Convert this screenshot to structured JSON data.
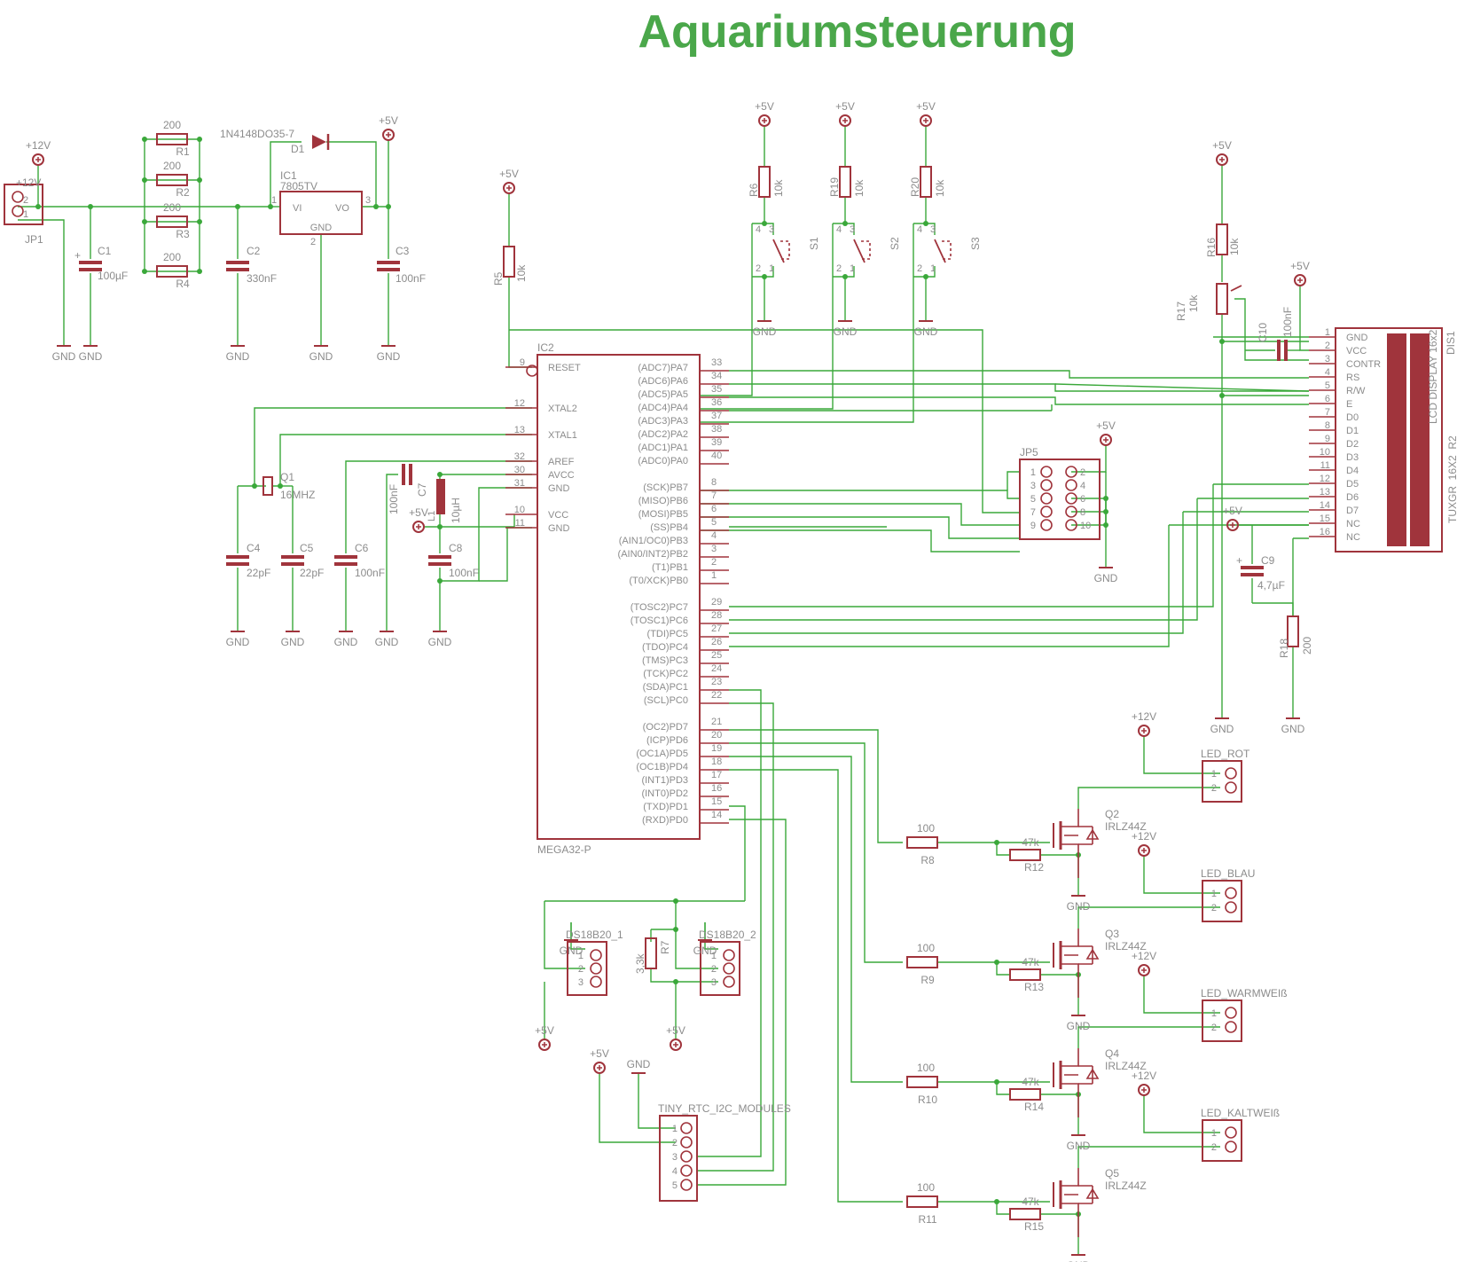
{
  "title": "Aquariumsteuerung",
  "colors": {
    "wire": "#3aa83a",
    "part": "#a0343c",
    "label": "#8c8c8c",
    "title": "#4aa74a"
  },
  "power": {
    "p12": "+12V",
    "p5": "+5V",
    "gnd": "GND"
  },
  "jp1": {
    "name": "JP1",
    "pin_label": "+12V"
  },
  "resistors_in": [
    {
      "name": "R1",
      "value": "200"
    },
    {
      "name": "R2",
      "value": "200"
    },
    {
      "name": "R3",
      "value": "200"
    },
    {
      "name": "R4",
      "value": "200"
    }
  ],
  "c1": {
    "name": "C1",
    "value": "100µF"
  },
  "c2": {
    "name": "C2",
    "value": "330nF"
  },
  "c3": {
    "name": "C3",
    "value": "100nF"
  },
  "d1": {
    "name": "D1",
    "value": "1N4148DO35-7"
  },
  "ic1": {
    "name": "IC1",
    "value": "7805TV",
    "vi": "VI",
    "vo": "VO",
    "gnd": "GND"
  },
  "switch_pullups": [
    {
      "name": "R6",
      "value": "10k",
      "switch": "S1"
    },
    {
      "name": "R19",
      "value": "10k",
      "switch": "S2"
    },
    {
      "name": "R20",
      "value": "10k",
      "switch": "S3"
    }
  ],
  "r5": {
    "name": "R5",
    "value": "10k"
  },
  "xtal": {
    "name": "Q1",
    "value": "16MHZ"
  },
  "caps_mid": [
    {
      "name": "C4",
      "value": "22pF"
    },
    {
      "name": "C5",
      "value": "22pF"
    },
    {
      "name": "C6",
      "value": "100nF"
    },
    {
      "name": "C8",
      "value": "100nF"
    }
  ],
  "c7": {
    "name": "C7",
    "value": "100nF"
  },
  "l1": {
    "name": "L1",
    "value": "10µH"
  },
  "ic2": {
    "name": "IC2",
    "value": "MEGA32-P",
    "left_pins": [
      {
        "num": "9",
        "label": "RESET"
      },
      {
        "num": "12",
        "label": "XTAL2"
      },
      {
        "num": "13",
        "label": "XTAL1"
      },
      {
        "num": "32",
        "label": "AREF"
      },
      {
        "num": "30",
        "label": "AVCC"
      },
      {
        "num": "31",
        "label": "GND"
      },
      {
        "num": "10",
        "label": "VCC"
      },
      {
        "num": "11",
        "label": "GND"
      }
    ],
    "right_pins": [
      {
        "num": "33",
        "label": "(ADC7)PA7"
      },
      {
        "num": "34",
        "label": "(ADC6)PA6"
      },
      {
        "num": "35",
        "label": "(ADC5)PA5"
      },
      {
        "num": "36",
        "label": "(ADC4)PA4"
      },
      {
        "num": "37",
        "label": "(ADC3)PA3"
      },
      {
        "num": "38",
        "label": "(ADC2)PA2"
      },
      {
        "num": "39",
        "label": "(ADC1)PA1"
      },
      {
        "num": "40",
        "label": "(ADC0)PA0"
      },
      {
        "num": "8",
        "label": "(SCK)PB7"
      },
      {
        "num": "7",
        "label": "(MISO)PB6"
      },
      {
        "num": "6",
        "label": "(MOSI)PB5"
      },
      {
        "num": "5",
        "label": "(SS)PB4"
      },
      {
        "num": "4",
        "label": "(AIN1/OC0)PB3"
      },
      {
        "num": "3",
        "label": "(AIN0/INT2)PB2"
      },
      {
        "num": "2",
        "label": "(T1)PB1"
      },
      {
        "num": "1",
        "label": "(T0/XCK)PB0"
      },
      {
        "num": "29",
        "label": "(TOSC2)PC7"
      },
      {
        "num": "28",
        "label": "(TOSC1)PC6"
      },
      {
        "num": "27",
        "label": "(TDI)PC5"
      },
      {
        "num": "26",
        "label": "(TDO)PC4"
      },
      {
        "num": "25",
        "label": "(TMS)PC3"
      },
      {
        "num": "24",
        "label": "(TCK)PC2"
      },
      {
        "num": "23",
        "label": "(SDA)PC1"
      },
      {
        "num": "22",
        "label": "(SCL)PC0"
      },
      {
        "num": "21",
        "label": "(OC2)PD7"
      },
      {
        "num": "20",
        "label": "(ICP)PD6"
      },
      {
        "num": "19",
        "label": "(OC1A)PD5"
      },
      {
        "num": "18",
        "label": "(OC1B)PD4"
      },
      {
        "num": "17",
        "label": "(INT1)PD3"
      },
      {
        "num": "16",
        "label": "(INT0)PD2"
      },
      {
        "num": "15",
        "label": "(TXD)PD1"
      },
      {
        "num": "14",
        "label": "(RXD)PD0"
      }
    ]
  },
  "jp5": {
    "name": "JP5",
    "pins": [
      "1",
      "2",
      "3",
      "4",
      "5",
      "6",
      "7",
      "8",
      "9",
      "10"
    ]
  },
  "lcd": {
    "name": "DIS1",
    "value": "TUXGR_16X2_R2",
    "caption": "LCD DISPLAY 16x2",
    "pins": [
      {
        "num": "1",
        "label": "GND"
      },
      {
        "num": "2",
        "label": "VCC"
      },
      {
        "num": "3",
        "label": "CONTR"
      },
      {
        "num": "4",
        "label": "RS"
      },
      {
        "num": "5",
        "label": "R/W"
      },
      {
        "num": "6",
        "label": "E"
      },
      {
        "num": "7",
        "label": "D0"
      },
      {
        "num": "8",
        "label": "D1"
      },
      {
        "num": "9",
        "label": "D2"
      },
      {
        "num": "10",
        "label": "D3"
      },
      {
        "num": "11",
        "label": "D4"
      },
      {
        "num": "12",
        "label": "D5"
      },
      {
        "num": "13",
        "label": "D6"
      },
      {
        "num": "14",
        "label": "D7"
      },
      {
        "num": "15",
        "label": "NC"
      },
      {
        "num": "16",
        "label": "NC"
      }
    ]
  },
  "r16": {
    "name": "R16",
    "value": "10k"
  },
  "r17": {
    "name": "R17",
    "value": "10k"
  },
  "c10": {
    "name": "C10",
    "value": "100nF"
  },
  "c9": {
    "name": "C9",
    "value": "4,7µF"
  },
  "r18": {
    "name": "R18",
    "value": "200"
  },
  "ds18b20": [
    {
      "name": "DS18B20_1"
    },
    {
      "name": "DS18B20_2"
    }
  ],
  "r7": {
    "name": "R7",
    "value": "3,3k"
  },
  "rtc": {
    "name": "TINY_RTC_I2C_MODULES"
  },
  "led_channels": [
    {
      "connector": "LED_ROT",
      "gate_r": "R8",
      "gate_val": "100",
      "pd_r": "R12",
      "pd_val": "47k",
      "fet": "Q2",
      "fet_val": "IRLZ44Z"
    },
    {
      "connector": "LED_BLAU",
      "gate_r": "R9",
      "gate_val": "100",
      "pd_r": "R13",
      "pd_val": "47k",
      "fet": "Q3",
      "fet_val": "IRLZ44Z"
    },
    {
      "connector": "LED_WARMWEIß",
      "gate_r": "R10",
      "gate_val": "100",
      "pd_r": "R14",
      "pd_val": "47k",
      "fet": "Q4",
      "fet_val": "IRLZ44Z"
    },
    {
      "connector": "LED_KALTWEIß",
      "gate_r": "R11",
      "gate_val": "100",
      "pd_r": "R15",
      "pd_val": "47k",
      "fet": "Q5",
      "fet_val": "IRLZ44Z"
    }
  ]
}
